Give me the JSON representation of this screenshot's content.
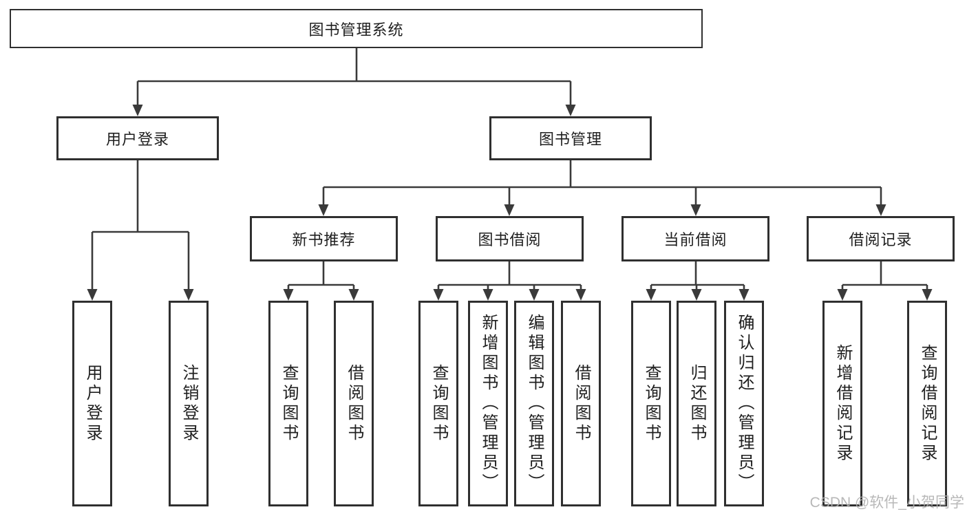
{
  "diagram": {
    "root": {
      "label": "图书管理系统"
    },
    "level2": [
      {
        "label": "用户登录"
      },
      {
        "label": "图书管理"
      }
    ],
    "level3": [
      {
        "label": "新书推荐"
      },
      {
        "label": "图书借阅"
      },
      {
        "label": "当前借阅"
      },
      {
        "label": "借阅记录"
      }
    ],
    "leaves": [
      {
        "label": "用户登录"
      },
      {
        "label": "注销登录"
      },
      {
        "label": "查询图书"
      },
      {
        "label": "借阅图书"
      },
      {
        "label": "查询图书"
      },
      {
        "label": "新增图书（管理员）"
      },
      {
        "label": "编辑图书（管理员）"
      },
      {
        "label": "借阅图书"
      },
      {
        "label": "查询图书"
      },
      {
        "label": "归还图书"
      },
      {
        "label": "确认归还（管理员）"
      },
      {
        "label": "新增借阅记录"
      },
      {
        "label": "查询借阅记录"
      }
    ]
  },
  "watermark": {
    "text": "CSDN @软件_小贺同学"
  },
  "colors": {
    "line": "#3a3a3a",
    "box_border": "#2f2f2f",
    "text": "#1f1f1f",
    "background": "#ffffff",
    "watermark": "#b0b0b0"
  }
}
